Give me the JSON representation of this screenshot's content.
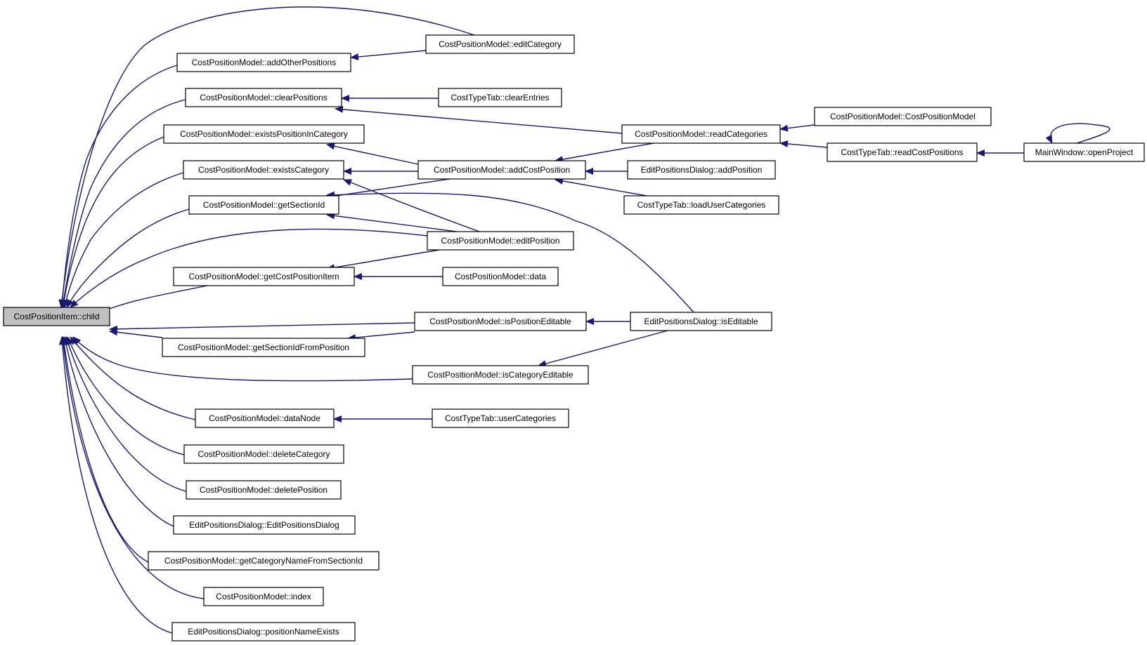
{
  "diagram": {
    "colors": {
      "edge": "#191970",
      "node_fill": "#ffffff",
      "node_border": "#000000",
      "root_fill": "#bfbfbf"
    },
    "nodes": [
      {
        "id": "child",
        "label": "CostPositionItem::child",
        "root": true
      },
      {
        "id": "addOtherPositions",
        "label": "CostPositionModel::addOtherPositions"
      },
      {
        "id": "editCategory",
        "label": "CostPositionModel::editCategory"
      },
      {
        "id": "clearPositions",
        "label": "CostPositionModel::clearPositions"
      },
      {
        "id": "clearEntries",
        "label": "CostTypeTab::clearEntries"
      },
      {
        "id": "readCategories",
        "label": "CostPositionModel::readCategories"
      },
      {
        "id": "ctorModel",
        "label": "CostPositionModel::CostPositionModel"
      },
      {
        "id": "readCostPositions",
        "label": "CostTypeTab::readCostPositions"
      },
      {
        "id": "openProject",
        "label": "MainWindow::openProject"
      },
      {
        "id": "existsPositionInCategory",
        "label": "CostPositionModel::existsPositionInCategory"
      },
      {
        "id": "existsCategory",
        "label": "CostPositionModel::existsCategory"
      },
      {
        "id": "addCostPosition",
        "label": "CostPositionModel::addCostPosition"
      },
      {
        "id": "addPosition",
        "label": "EditPositionsDialog::addPosition"
      },
      {
        "id": "getSectionId",
        "label": "CostPositionModel::getSectionId"
      },
      {
        "id": "loadUserCategories",
        "label": "CostTypeTab::loadUserCategories"
      },
      {
        "id": "editPosition",
        "label": "CostPositionModel::editPosition"
      },
      {
        "id": "getCostPositionItem",
        "label": "CostPositionModel::getCostPositionItem"
      },
      {
        "id": "data",
        "label": "CostPositionModel::data"
      },
      {
        "id": "isPositionEditable",
        "label": "CostPositionModel::isPositionEditable"
      },
      {
        "id": "isEditable",
        "label": "EditPositionsDialog::isEditable"
      },
      {
        "id": "getSectionIdFromPosition",
        "label": "CostPositionModel::getSectionIdFromPosition"
      },
      {
        "id": "isCategoryEditable",
        "label": "CostPositionModel::isCategoryEditable"
      },
      {
        "id": "dataNode",
        "label": "CostPositionModel::dataNode"
      },
      {
        "id": "userCategories",
        "label": "CostTypeTab::userCategories"
      },
      {
        "id": "deleteCategory",
        "label": "CostPositionModel::deleteCategory"
      },
      {
        "id": "deletePosition",
        "label": "CostPositionModel::deletePosition"
      },
      {
        "id": "editPositionsDialogCtor",
        "label": "EditPositionsDialog::EditPositionsDialog"
      },
      {
        "id": "getCategoryNameFromSectionId",
        "label": "CostPositionModel::getCategoryNameFromSectionId"
      },
      {
        "id": "index",
        "label": "CostPositionModel::index"
      },
      {
        "id": "positionNameExists",
        "label": "EditPositionsDialog::positionNameExists"
      }
    ],
    "edges": [
      {
        "from": "editCategory",
        "to": "child"
      },
      {
        "from": "addOtherPositions",
        "to": "child"
      },
      {
        "from": "clearPositions",
        "to": "child"
      },
      {
        "from": "existsPositionInCategory",
        "to": "child"
      },
      {
        "from": "existsCategory",
        "to": "child"
      },
      {
        "from": "getSectionId",
        "to": "child"
      },
      {
        "from": "editPosition",
        "to": "child"
      },
      {
        "from": "getCostPositionItem",
        "to": "child"
      },
      {
        "from": "isPositionEditable",
        "to": "child"
      },
      {
        "from": "getSectionIdFromPosition",
        "to": "child"
      },
      {
        "from": "isCategoryEditable",
        "to": "child"
      },
      {
        "from": "dataNode",
        "to": "child"
      },
      {
        "from": "deleteCategory",
        "to": "child"
      },
      {
        "from": "deletePosition",
        "to": "child"
      },
      {
        "from": "editPositionsDialogCtor",
        "to": "child"
      },
      {
        "from": "getCategoryNameFromSectionId",
        "to": "child"
      },
      {
        "from": "index",
        "to": "child"
      },
      {
        "from": "positionNameExists",
        "to": "child"
      },
      {
        "from": "editCategory",
        "to": "addOtherPositions"
      },
      {
        "from": "clearEntries",
        "to": "clearPositions"
      },
      {
        "from": "readCategories",
        "to": "clearPositions"
      },
      {
        "from": "ctorModel",
        "to": "readCategories"
      },
      {
        "from": "readCostPositions",
        "to": "readCategories"
      },
      {
        "from": "openProject",
        "to": "readCostPositions"
      },
      {
        "from": "openProject",
        "to": "openProject"
      },
      {
        "from": "addCostPosition",
        "to": "existsPositionInCategory"
      },
      {
        "from": "addCostPosition",
        "to": "existsCategory"
      },
      {
        "from": "editPosition",
        "to": "existsCategory"
      },
      {
        "from": "readCategories",
        "to": "addCostPosition"
      },
      {
        "from": "addPosition",
        "to": "addCostPosition"
      },
      {
        "from": "loadUserCategories",
        "to": "addCostPosition"
      },
      {
        "from": "addCostPosition",
        "to": "getSectionId"
      },
      {
        "from": "editPosition",
        "to": "getSectionId"
      },
      {
        "from": "isEditable",
        "to": "getSectionId"
      },
      {
        "from": "editPosition",
        "to": "getCostPositionItem"
      },
      {
        "from": "data",
        "to": "getCostPositionItem"
      },
      {
        "from": "isEditable",
        "to": "isPositionEditable"
      },
      {
        "from": "isPositionEditable",
        "to": "getSectionIdFromPosition"
      },
      {
        "from": "isEditable",
        "to": "isCategoryEditable"
      },
      {
        "from": "userCategories",
        "to": "dataNode"
      }
    ]
  }
}
